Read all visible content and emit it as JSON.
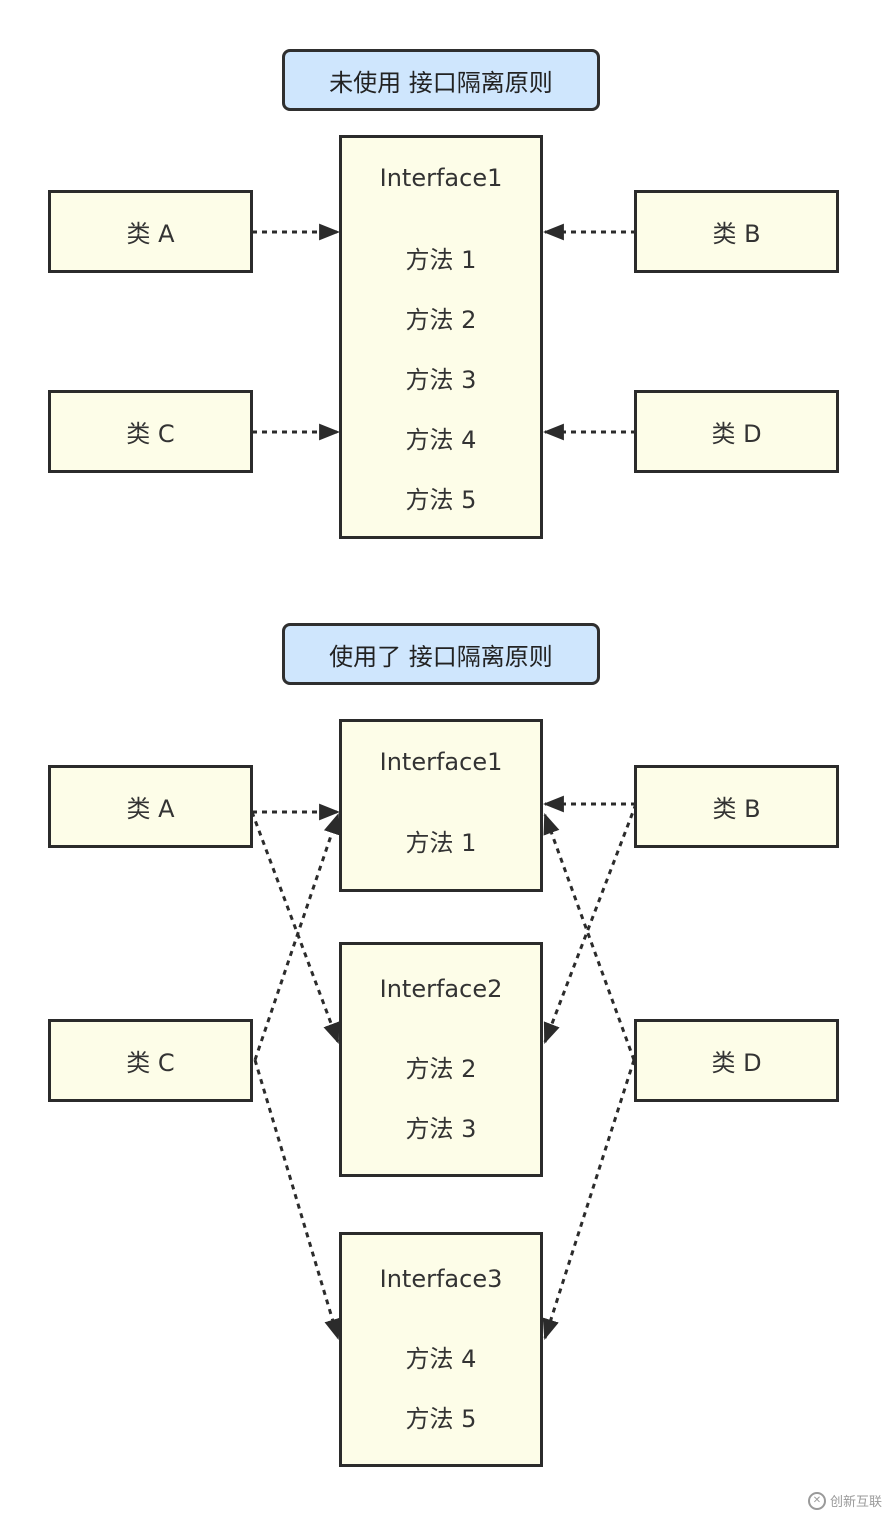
{
  "top": {
    "title": "未使用 接口隔离原则",
    "interface": {
      "name": "Interface1",
      "methods": [
        "方法 1",
        "方法 2",
        "方法 3",
        "方法 4",
        "方法 5"
      ]
    },
    "classes": {
      "a": "类 A",
      "b": "类 B",
      "c": "类 C",
      "d": "类 D"
    }
  },
  "bottom": {
    "title": "使用了 接口隔离原则",
    "interfaces": [
      {
        "name": "Interface1",
        "methods": [
          "方法 1"
        ]
      },
      {
        "name": "Interface2",
        "methods": [
          "方法 2",
          "方法 3"
        ]
      },
      {
        "name": "Interface3",
        "methods": [
          "方法 4",
          "方法 5"
        ]
      }
    ],
    "classes": {
      "a": "类 A",
      "b": "类 B",
      "c": "类 C",
      "d": "类 D"
    }
  },
  "watermark": {
    "text": "创新互联"
  }
}
